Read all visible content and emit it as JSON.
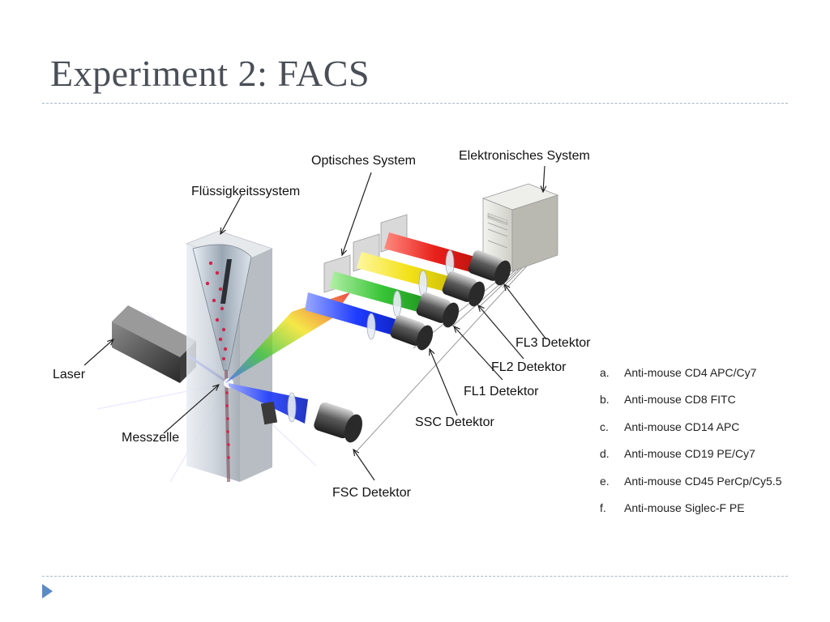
{
  "title": "Experiment 2: FACS",
  "diagram": {
    "labels": {
      "optisches_system": "Optisches System",
      "elektronisches_system": "Elektronisches System",
      "fluessigkeitssystem": "Flüssigkeitssystem",
      "laser": "Laser",
      "messzelle": "Messzelle",
      "fl3": "FL3 Detektor",
      "fl2": "FL2 Detektor",
      "fl1": "FL1 Detektor",
      "ssc": "SSC Detektor",
      "fsc": "FSC Detektor"
    }
  },
  "antibodies": [
    {
      "letter": "a.",
      "text": "Anti-mouse CD4 APC/Cy7"
    },
    {
      "letter": "b.",
      "text": "Anti-mouse CD8 FITC"
    },
    {
      "letter": "c.",
      "text": "Anti-mouse CD14 APC"
    },
    {
      "letter": "d.",
      "text": "Anti-mouse CD19 PE/Cy7"
    },
    {
      "letter": "e.",
      "text": "Anti-mouse CD45 PerCp/Cy5.5"
    },
    {
      "letter": "f.",
      "text": "Anti-mouse Siglec-F PE"
    }
  ],
  "colors": {
    "accent": "#5b8ac6",
    "title": "#4a4f57",
    "beam_red": "#e8201a",
    "beam_yellow": "#f3e21a",
    "beam_green": "#38c437",
    "beam_blue": "#1f3cff"
  }
}
